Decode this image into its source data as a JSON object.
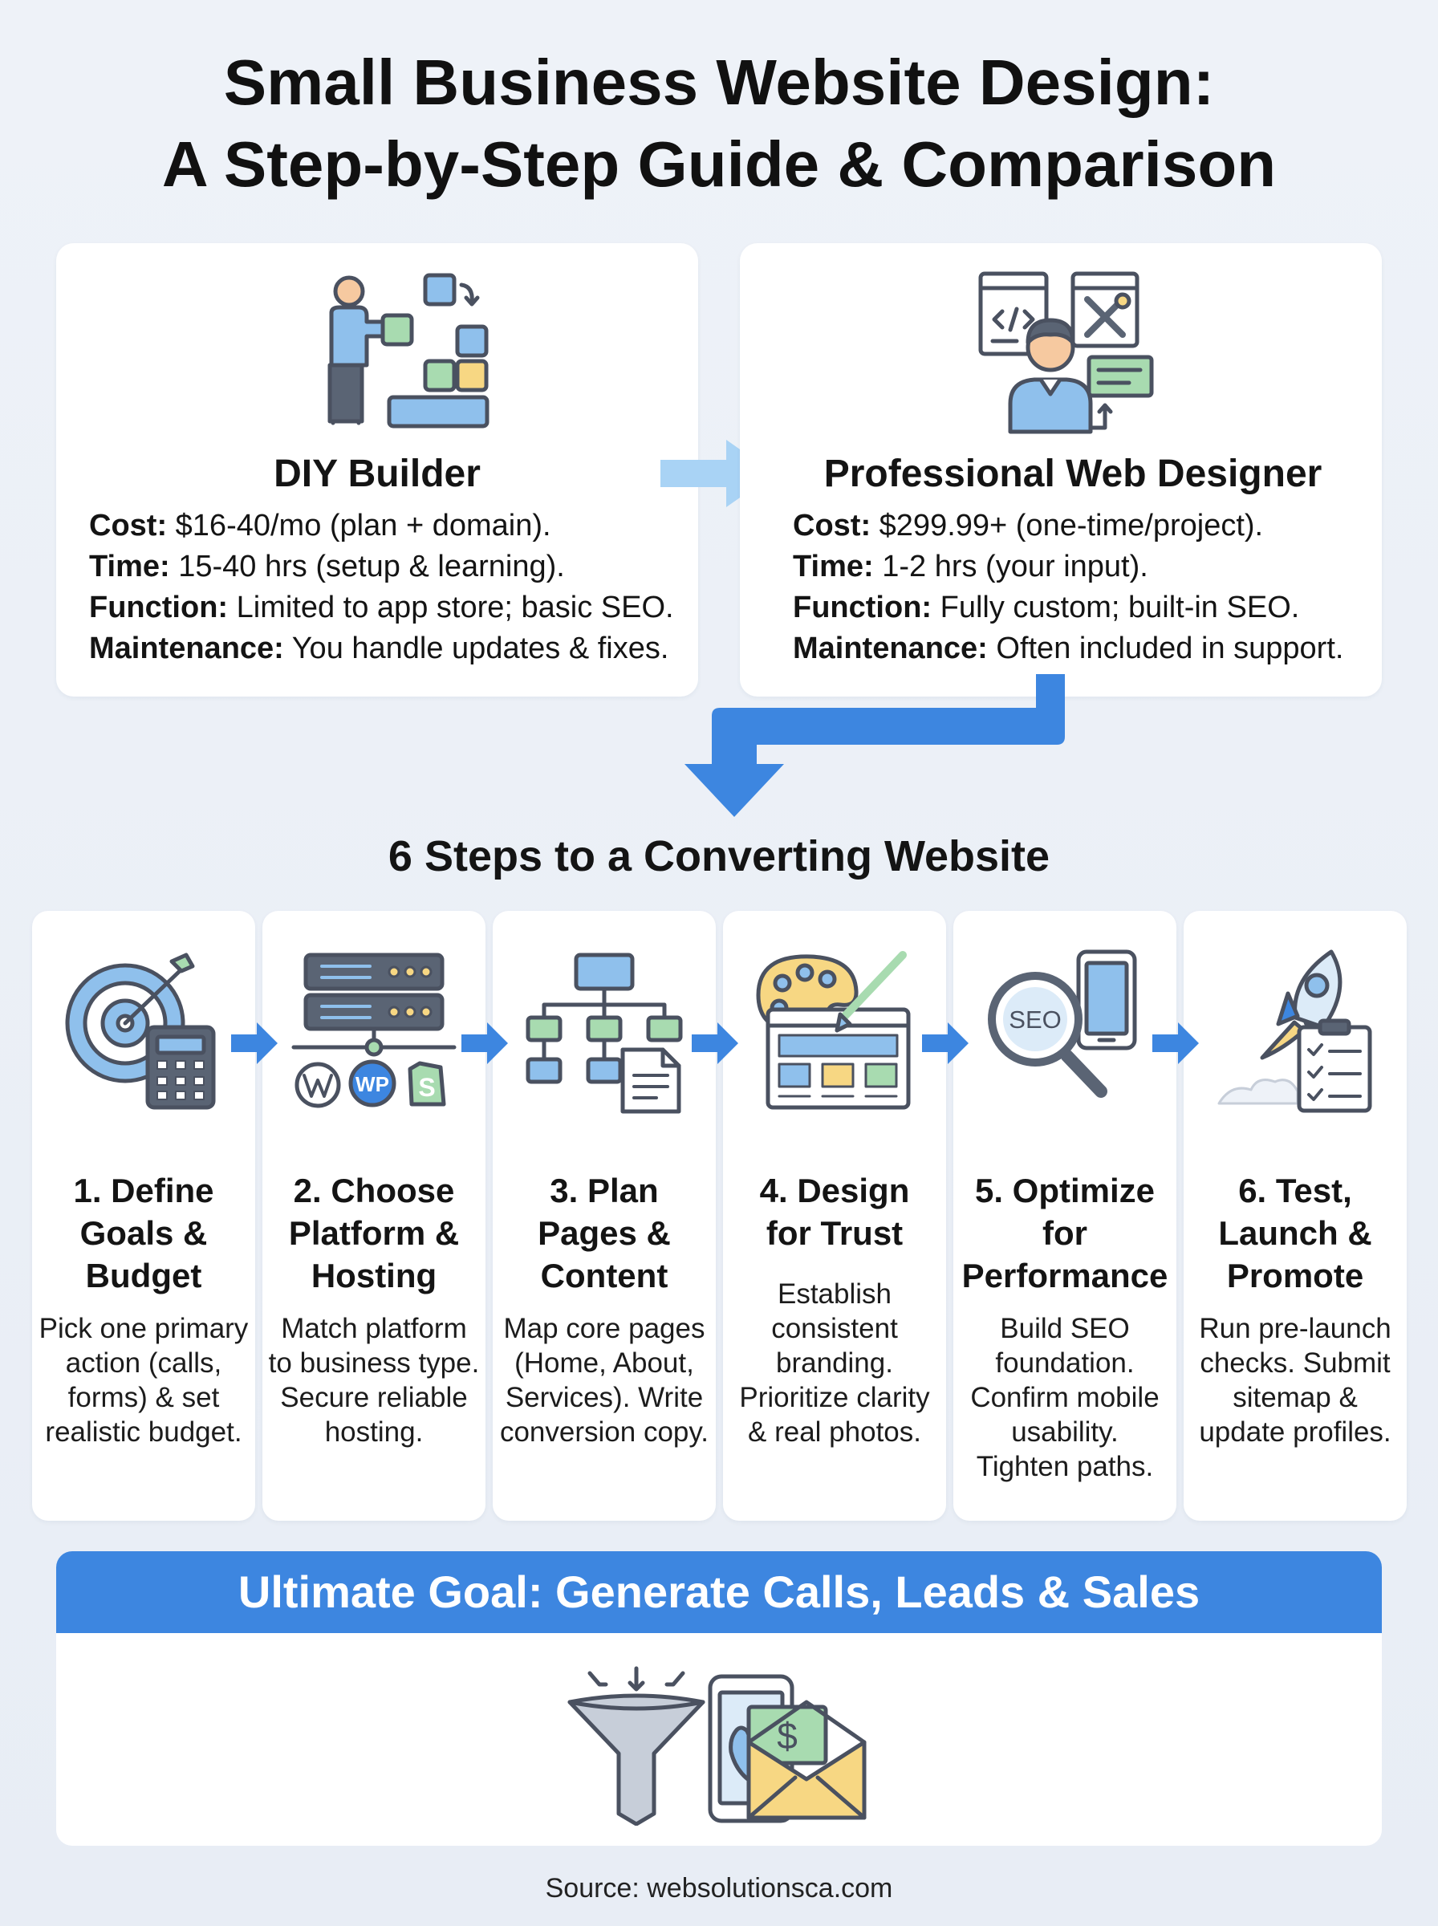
{
  "title": {
    "line1": "Small Business Website Design:",
    "line2": "A Step-by-Step Guide & Comparison"
  },
  "comparison": {
    "diy": {
      "title": "DIY Builder",
      "rows": [
        {
          "label": "Cost:",
          "value": " $16-40/mo (plan + domain)."
        },
        {
          "label": "Time:",
          "value": " 15-40 hrs (setup & learning)."
        },
        {
          "label": "Function:",
          "value": " Limited to app store; basic SEO."
        },
        {
          "label": "Maintenance:",
          "value": " You handle updates & fixes."
        }
      ]
    },
    "pro": {
      "title": "Professional Web Designer",
      "rows": [
        {
          "label": "Cost:",
          "value": " $299.99+ (one-time/project)."
        },
        {
          "label": "Time:",
          "value": " 1-2 hrs (your input)."
        },
        {
          "label": "Function:",
          "value": " Fully custom; built-in SEO."
        },
        {
          "label": "Maintenance:",
          "value": " Often included in support."
        }
      ]
    }
  },
  "steps_heading": "6 Steps to a Converting Website",
  "steps": [
    {
      "title": [
        "1. Define",
        "Goals &",
        "Budget"
      ],
      "desc": [
        "Pick one primary",
        "action (calls,",
        "forms) & set",
        "realistic budget."
      ]
    },
    {
      "title": [
        "2. Choose",
        "Platform &",
        "Hosting"
      ],
      "desc": [
        "Match platform",
        "to business type.",
        "Secure reliable",
        "hosting."
      ],
      "badges": [
        "WP",
        "S"
      ]
    },
    {
      "title": [
        "3. Plan",
        "Pages &",
        "Content"
      ],
      "desc": [
        "Map core pages",
        "(Home, About,",
        "Services). Write",
        "conversion copy."
      ]
    },
    {
      "title": [
        "4. Design",
        "for Trust"
      ],
      "desc": [
        "Establish",
        "consistent",
        "branding.",
        "Prioritize clarity",
        "& real photos."
      ]
    },
    {
      "title": [
        "5. Optimize",
        "for",
        "Performance"
      ],
      "desc": [
        "Build SEO",
        "foundation.",
        "Confirm mobile",
        "usability.",
        "Tighten paths."
      ],
      "badge": "SEO"
    },
    {
      "title": [
        "6. Test,",
        "Launch &",
        "Promote"
      ],
      "desc": [
        "Run pre-launch",
        "checks. Submit",
        "sitemap &",
        "update profiles."
      ]
    }
  ],
  "goal": {
    "label": "Ultimate Goal: Generate Calls, Leads & Sales",
    "currency_symbol": "$"
  },
  "source": "Source: websolutionsca.com",
  "colors": {
    "accent_blue": "#3d86e0",
    "light_blue": "#a9d3f5",
    "icon_blue": "#8fc0ec",
    "icon_green": "#a8dbb0",
    "icon_yellow": "#f7d783",
    "icon_gray": "#5a6474"
  }
}
